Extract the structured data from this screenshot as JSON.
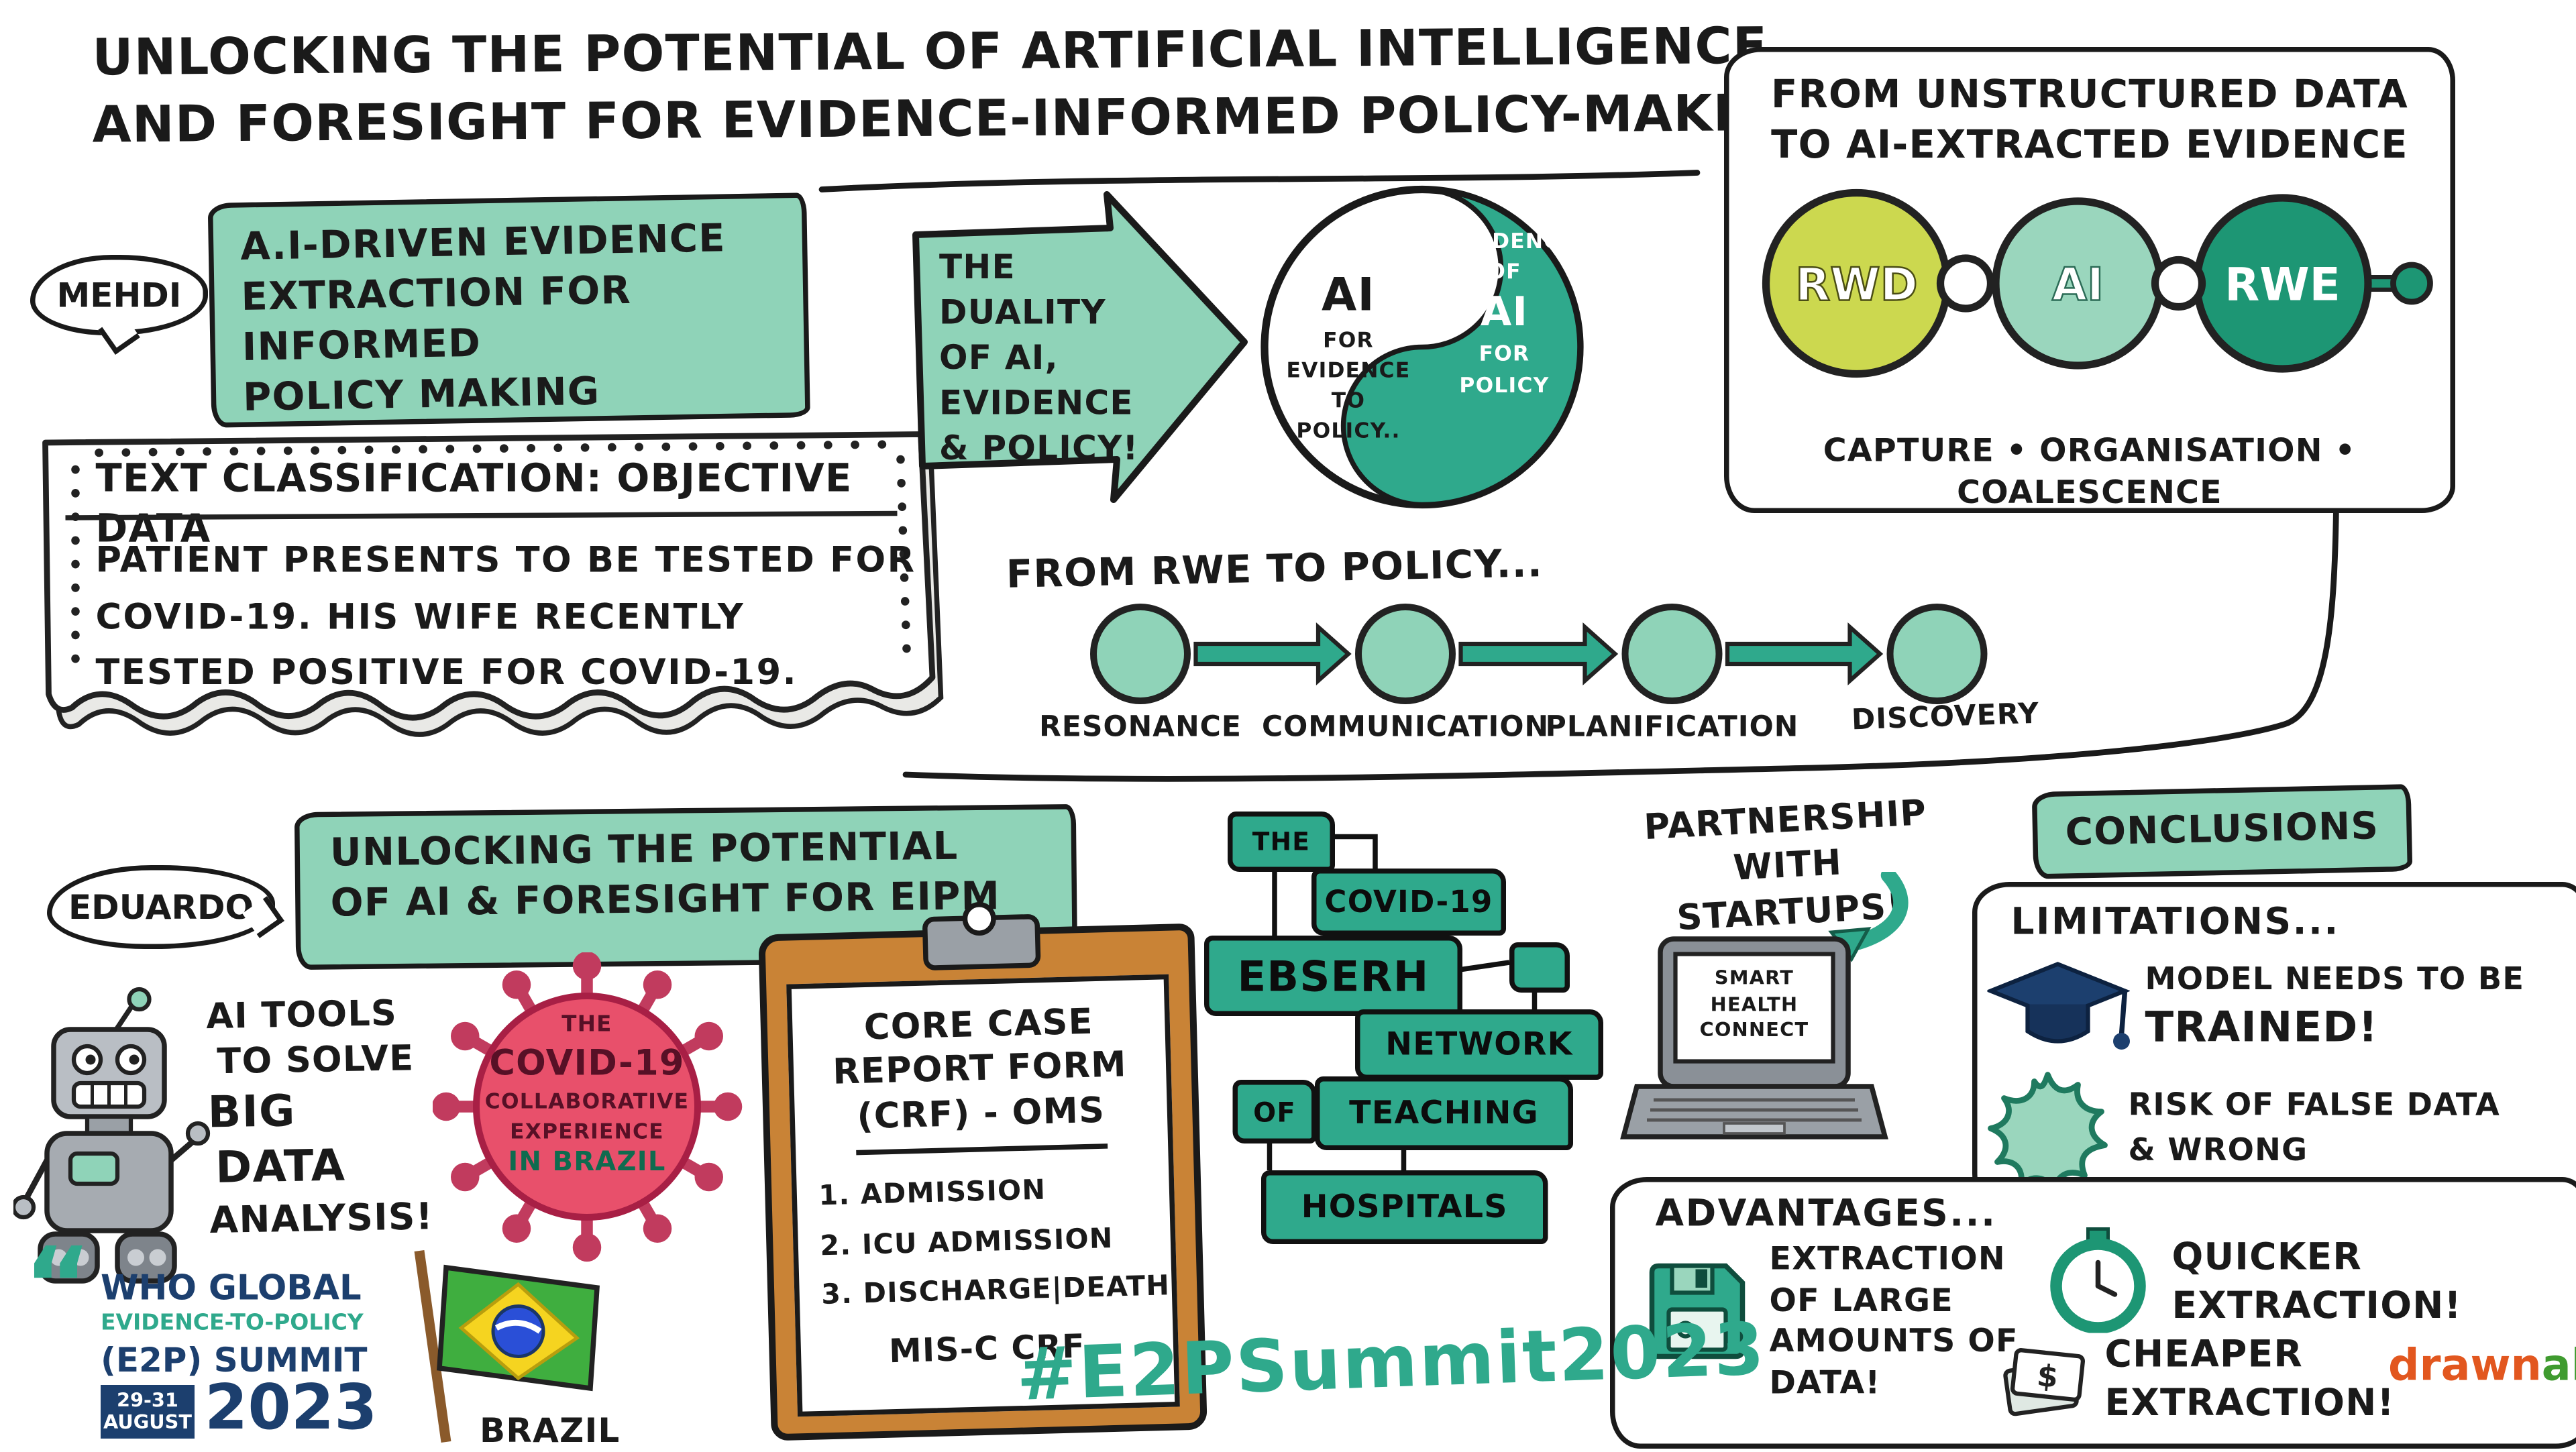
{
  "colors": {
    "teal_light": "#8fd3b8",
    "teal": "#2fa98c",
    "green_dark": "#1d9674",
    "yellow_green": "#ccd84f",
    "virus_red": "#e8506b",
    "navy": "#1c3f6e",
    "ink": "#1a1a1a",
    "orange": "#e2571f",
    "green_logo": "#3f9b2f"
  },
  "title": {
    "line1": "UNLOCKING THE POTENTIAL OF ARTIFICIAL INTELLIGENCE",
    "line2": "AND FORESIGHT FOR EVIDENCE-INFORMED POLICY-MAKING"
  },
  "hashtag": "#E2PSummit2023",
  "mehdi": {
    "speaker": "MEHDI",
    "topic": [
      "A.I-DRIVEN EVIDENCE",
      "EXTRACTION FOR INFORMED",
      "POLICY MAKING"
    ],
    "text_classification": {
      "heading": "TEXT CLASSIFICATION: OBJECTIVE DATA",
      "body": [
        "PATIENT PRESENTS TO BE TESTED FOR",
        "COVID-19. HIS WIFE RECENTLY",
        "TESTED POSITIVE FOR COVID-19."
      ]
    },
    "duality_arrow": [
      "THE DUALITY",
      "OF AI,",
      "EVIDENCE",
      "& POLICY!"
    ],
    "yin_yang": {
      "left_big": "AI",
      "left_rest": [
        "FOR",
        "EVIDENCE",
        "TO",
        "POLICY.."
      ],
      "right_pre": [
        "..EVIDENCE",
        "OF"
      ],
      "right_big": "AI",
      "right_rest": [
        "FOR",
        "POLICY"
      ]
    },
    "unstructured": {
      "heading": [
        "FROM UNSTRUCTURED DATA",
        "TO AI-EXTRACTED EVIDENCE"
      ],
      "nodes": [
        "RWD",
        "AI",
        "RWE"
      ],
      "caption": "CAPTURE • ORGANISATION • COALESCENCE"
    },
    "rwe_to_policy": {
      "heading": "FROM RWE TO POLICY...",
      "steps": [
        "RESONANCE",
        "COMMUNICATION",
        "PLANIFICATION",
        "DISCOVERY"
      ]
    }
  },
  "eduardo": {
    "speaker": "EDUARDO",
    "topic": [
      "UNLOCKING THE POTENTIAL",
      "OF AI & FORESIGHT FOR EIPM"
    ],
    "ai_tools": [
      "AI TOOLS",
      "TO SOLVE",
      "BIG",
      "DATA",
      "ANALYSIS!"
    ],
    "virus": {
      "top": "THE",
      "big": "COVID-19",
      "mid": [
        "COLLABORATIVE",
        "EXPERIENCE"
      ],
      "bottom": "IN BRAZIL"
    },
    "flag_label": "BRAZIL",
    "crf": {
      "title": [
        "CORE CASE",
        "REPORT FORM",
        "(CRF) - OMS"
      ],
      "items": [
        "1. ADMISSION",
        "2. ICU ADMISSION",
        "3. DISCHARGE|DEATH"
      ],
      "footer": "MIS-C CRF"
    },
    "network": [
      "THE",
      "COVID-19",
      "EBSERH",
      "NETWORK",
      "OF",
      "TEACHING",
      "HOSPITALS"
    ],
    "partnership": [
      "PARTNERSHIP",
      "WITH STARTUPS!"
    ],
    "laptop_screen": [
      "SMART",
      "HEALTH",
      "CONNECT"
    ]
  },
  "conclusions": {
    "heading": "CONCLUSIONS",
    "limitations": {
      "heading": "LIMITATIONS...",
      "point1_line1": "MODEL NEEDS TO BE",
      "point1_line2": "TRAINED!",
      "point2": [
        "RISK OF FALSE DATA",
        "& WRONG CLASSIFICATION!"
      ]
    },
    "advantages": {
      "heading": "ADVANTAGES...",
      "extraction": [
        "EXTRACTION",
        "OF LARGE",
        "AMOUNTS OF",
        "DATA!"
      ],
      "quicker": [
        "QUICKER",
        "EXTRACTION!"
      ],
      "cheaper": [
        "CHEAPER",
        "EXTRACTION!"
      ],
      "money_symbol": "$"
    }
  },
  "who_logo": {
    "quote": "“",
    "line1": "WHO GLOBAL",
    "line2": "EVIDENCE-TO-POLICY",
    "line3": "(E2P) SUMMIT",
    "dates": [
      "29-31",
      "AUGUST"
    ],
    "year": "2023"
  },
  "credit": {
    "part1": "drawn",
    "part2": "alism"
  }
}
